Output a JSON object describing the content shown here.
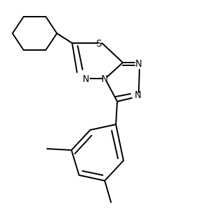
{
  "molecule": {
    "atoms": {
      "sulfur": "S",
      "n_triazole_top": "N",
      "n_triazole_right": "N",
      "n_bridgehead": "N",
      "n_thiadiazole_left": "N"
    }
  }
}
